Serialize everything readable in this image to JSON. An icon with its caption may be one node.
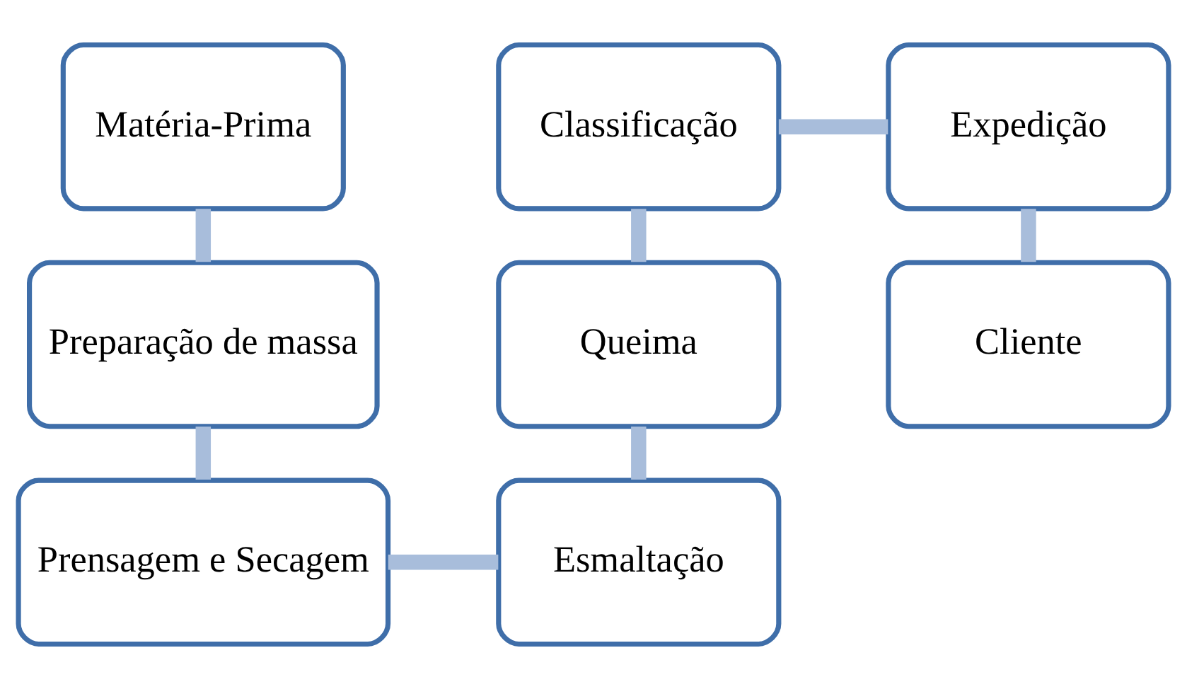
{
  "diagram": {
    "nodes": [
      {
        "text": [
          "Matéria-Prima"
        ]
      },
      {
        "text": [
          "Preparação de massa"
        ]
      },
      {
        "text": [
          "Prensagem e Secagem"
        ]
      },
      {
        "text": [
          "Esmaltação"
        ]
      },
      {
        "text": [
          "Queima"
        ]
      },
      {
        "text": [
          "Classificação"
        ]
      },
      {
        "text": [
          "Expedição"
        ]
      },
      {
        "text": [
          "Cliente"
        ]
      }
    ],
    "edges": [
      {
        "from": 0,
        "to": 1,
        "arrow": "none"
      },
      {
        "from": 1,
        "to": 2,
        "arrow": "none"
      },
      {
        "from": 2,
        "to": 3,
        "arrow": "none"
      },
      {
        "from": 5,
        "to": 4,
        "arrow": "none"
      },
      {
        "from": 4,
        "to": 3,
        "arrow": "none"
      },
      {
        "from": 5,
        "to": 6,
        "arrow": "none"
      },
      {
        "from": 6,
        "to": 7,
        "arrow": "none"
      }
    ]
  }
}
